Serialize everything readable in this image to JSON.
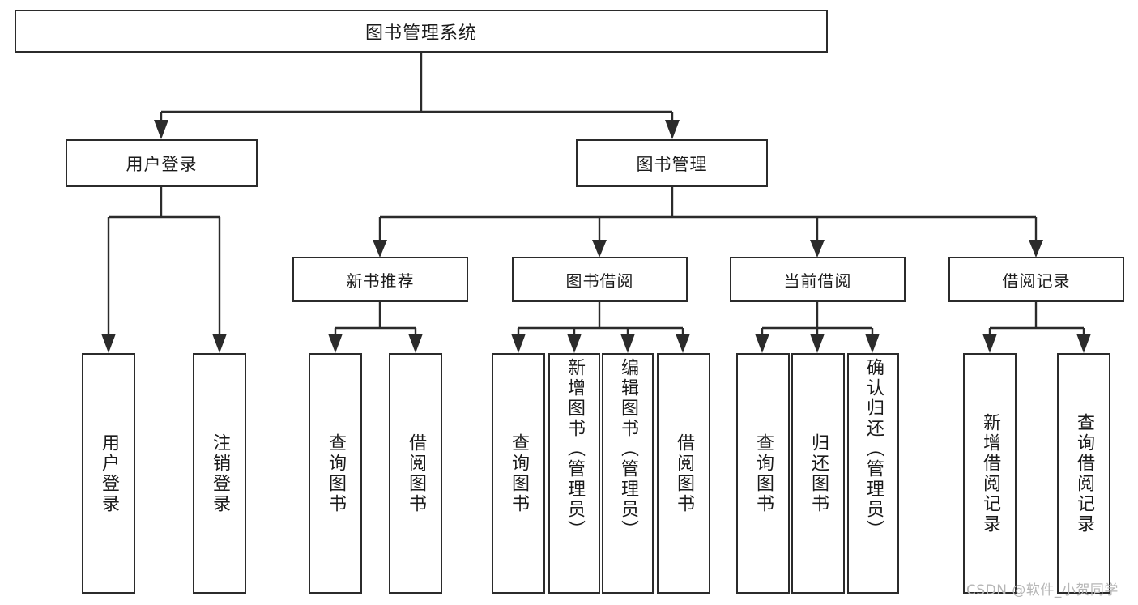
{
  "diagram": {
    "type": "tree",
    "title": "图书管理系统",
    "root": {
      "label": "图书管理系统",
      "children": [
        {
          "label": "用户登录",
          "children": [
            {
              "label": "用户登录"
            },
            {
              "label": "注销登录"
            }
          ]
        },
        {
          "label": "图书管理",
          "children": [
            {
              "label": "新书推荐",
              "children": [
                {
                  "label": "查询图书"
                },
                {
                  "label": "借阅图书"
                }
              ]
            },
            {
              "label": "图书借阅",
              "children": [
                {
                  "label": "查询图书"
                },
                {
                  "label": "新增图书（管理员）"
                },
                {
                  "label": "编辑图书（管理员）"
                },
                {
                  "label": "借阅图书"
                }
              ]
            },
            {
              "label": "当前借阅",
              "children": [
                {
                  "label": "查询图书"
                },
                {
                  "label": "归还图书"
                },
                {
                  "label": "确认归还（管理员）"
                }
              ]
            },
            {
              "label": "借阅记录",
              "children": [
                {
                  "label": "新增借阅记录"
                },
                {
                  "label": "查询借阅记录"
                }
              ]
            }
          ]
        }
      ]
    }
  },
  "watermark": {
    "text": "CSDN @软件_小贺同学"
  },
  "colors": {
    "stroke": "#2b2b2b",
    "fill": "#ffffff",
    "text": "#1a1a1a",
    "watermark": "#b6b6b6"
  }
}
